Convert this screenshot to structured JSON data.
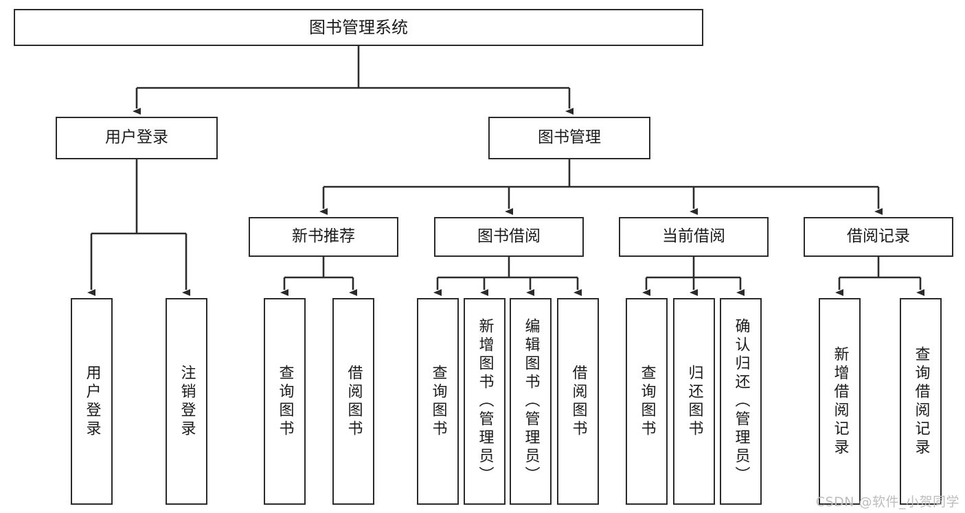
{
  "diagram": {
    "title": "图书管理系统",
    "watermark": "CSDN @软件_小贺同学",
    "colors": {
      "border": "#2b2b2b",
      "background": "#ffffff",
      "text": "#1b1b1b",
      "connector": "#2b2b2b",
      "watermark": "#bdbdbd"
    },
    "root": {
      "label": "图书管理系统"
    },
    "level2": [
      {
        "label": "用户登录"
      },
      {
        "label": "图书管理"
      }
    ],
    "level3": [
      {
        "label": "新书推荐"
      },
      {
        "label": "图书借阅"
      },
      {
        "label": "当前借阅"
      },
      {
        "label": "借阅记录"
      }
    ],
    "leaves": {
      "user_login": [
        {
          "label": "用户登录"
        },
        {
          "label": "注销登录"
        }
      ],
      "new_book": [
        {
          "label": "查询图书"
        },
        {
          "label": "借阅图书"
        }
      ],
      "borrow_book": [
        {
          "label": "查询图书"
        },
        {
          "label": "新增图书（管理员）"
        },
        {
          "label": "编辑图书（管理员）"
        },
        {
          "label": "借阅图书"
        }
      ],
      "current_borrow": [
        {
          "label": "查询图书"
        },
        {
          "label": "归还图书"
        },
        {
          "label": "确认归还（管理员）"
        }
      ],
      "borrow_record": [
        {
          "label": "新增借阅记录"
        },
        {
          "label": "查询借阅记录"
        }
      ]
    }
  }
}
